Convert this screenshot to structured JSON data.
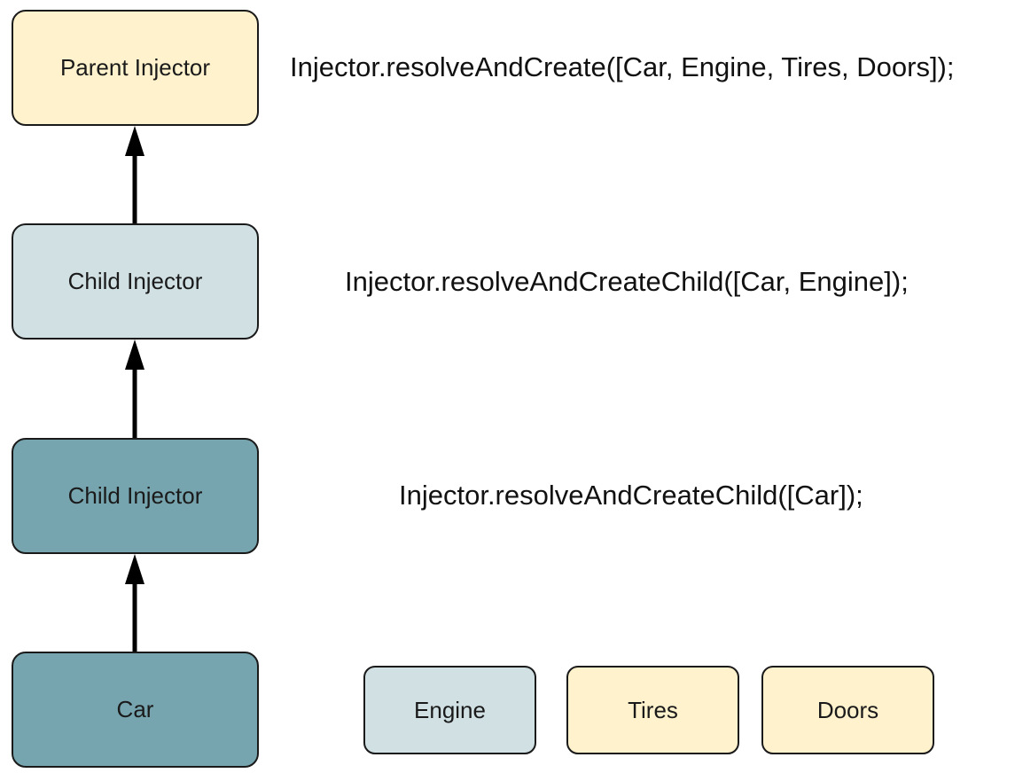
{
  "colors": {
    "cream": "#fff2cc",
    "light_blue_gray": "#d0e0e3",
    "teal": "#76a5af",
    "stroke": "#1a1a1a"
  },
  "hierarchy": [
    {
      "label": "Parent Injector",
      "fill": "#fff2cc",
      "code": "Injector.resolveAndCreate([Car, Engine, Tires, Doors]);"
    },
    {
      "label": "Child Injector",
      "fill": "#d0e0e3",
      "code": "Injector.resolveAndCreateChild([Car, Engine]);"
    },
    {
      "label": "Child Injector",
      "fill": "#76a5af",
      "code": "Injector.resolveAndCreateChild([Car]);"
    },
    {
      "label": "Car",
      "fill": "#76a5af"
    }
  ],
  "providers": [
    {
      "label": "Engine",
      "fill": "#d0e0e3"
    },
    {
      "label": "Tires",
      "fill": "#fff2cc"
    },
    {
      "label": "Doors",
      "fill": "#fff2cc"
    }
  ],
  "edges": [
    {
      "from": "Child Injector",
      "to": "Parent Injector"
    },
    {
      "from": "Child Injector",
      "to": "Child Injector"
    },
    {
      "from": "Car",
      "to": "Child Injector"
    }
  ]
}
